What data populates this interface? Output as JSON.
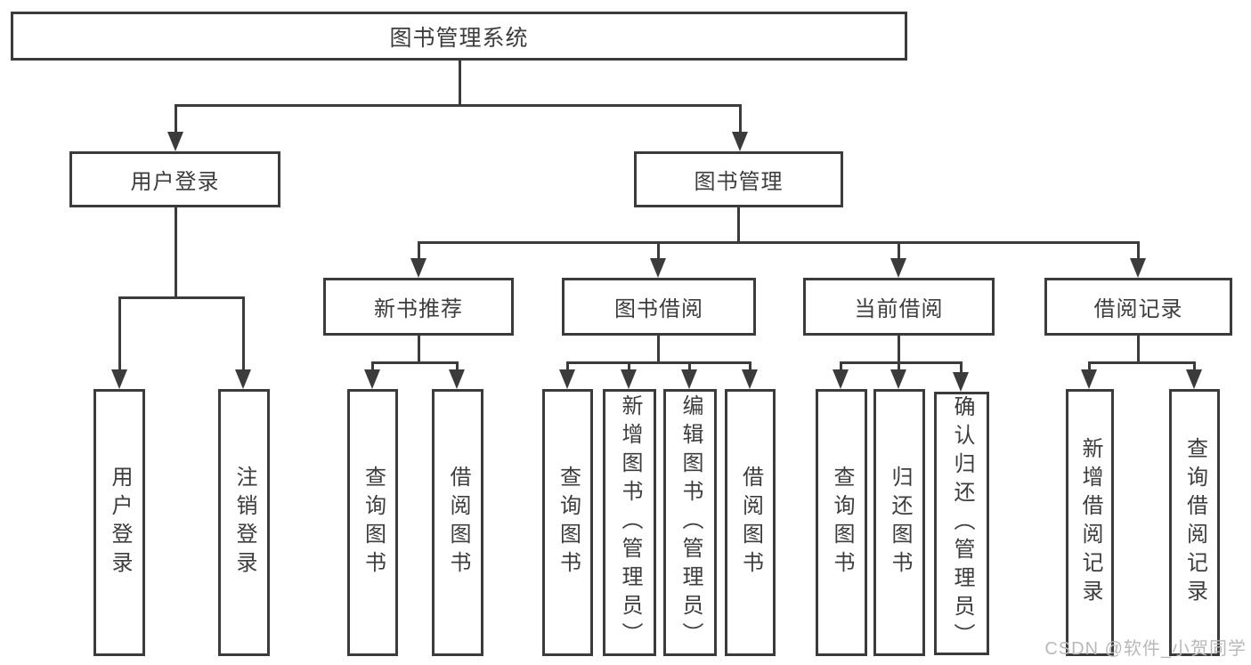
{
  "colors": {
    "line": "#3b3b3b",
    "text": "#3d3d3d",
    "background": "#ffffff",
    "watermark": "#b9b9b9"
  },
  "watermark": "CSDN @软件_小贺同学",
  "tree": {
    "root": {
      "label": "图书管理系统",
      "children": [
        {
          "label": "用户登录",
          "children": [
            {
              "label": "用户登录"
            },
            {
              "label": "注销登录"
            }
          ]
        },
        {
          "label": "图书管理",
          "children": [
            {
              "label": "新书推荐",
              "children": [
                {
                  "label": "查询图书"
                },
                {
                  "label": "借阅图书"
                }
              ]
            },
            {
              "label": "图书借阅",
              "children": [
                {
                  "label": "查询图书"
                },
                {
                  "label": "新增图书（管理员）"
                },
                {
                  "label": "编辑图书（管理员）"
                },
                {
                  "label": "借阅图书"
                }
              ]
            },
            {
              "label": "当前借阅",
              "children": [
                {
                  "label": "查询图书"
                },
                {
                  "label": "归还图书"
                },
                {
                  "label": "确认归还（管理员）"
                }
              ]
            },
            {
              "label": "借阅记录",
              "children": [
                {
                  "label": "新增借阅记录"
                },
                {
                  "label": "查询借阅记录"
                }
              ]
            }
          ]
        }
      ]
    }
  }
}
